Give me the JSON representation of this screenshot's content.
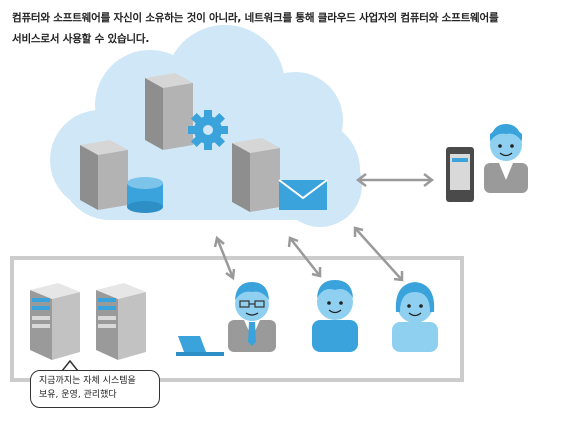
{
  "caption": {
    "line1": "컴퓨터와 소프트웨어를 자신이 소유하는 것이 아니라, 네트워크를 통해 클라우드 사업자의 컴퓨터와 소프트웨어를",
    "line2": "서비스로서 사용할 수 있습니다."
  },
  "speech_bubble": {
    "line1": "지금까지는 자체 시스템을",
    "line2": "보유, 운영, 관리했다"
  },
  "colors": {
    "cloud": "#cfe7f6",
    "server_gray": "#a8a8a8",
    "accent_blue": "#3aa3dc",
    "frame": "#cccccc",
    "arrow": "#9a9a9a"
  },
  "icons": [
    "cloud",
    "server-tower",
    "gear-icon",
    "database-icon",
    "envelope-icon",
    "smartphone-icon",
    "laptop-icon",
    "person-icon"
  ]
}
